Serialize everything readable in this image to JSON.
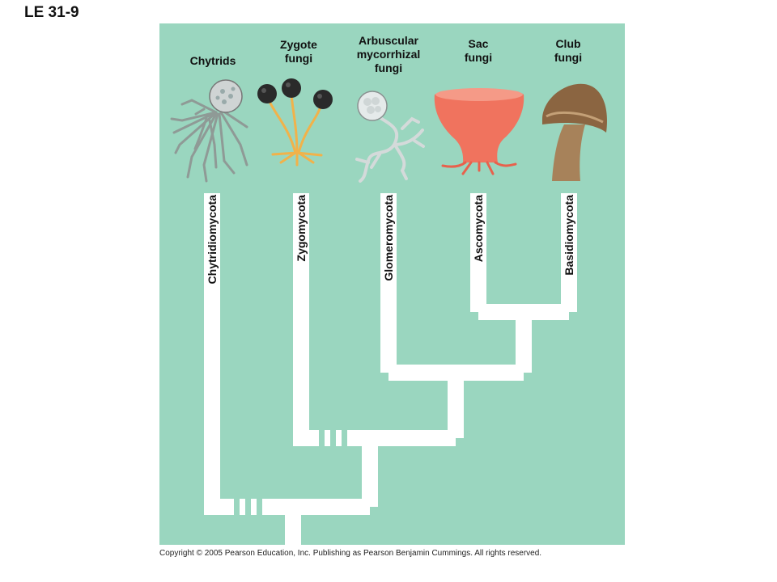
{
  "figure_label": "LE 31-9",
  "copyright": "Copyright © 2005 Pearson Education, Inc. Publishing as Pearson Benjamin Cummings. All rights reserved.",
  "colors": {
    "background": "#9ad6bf",
    "branch": "#ffffff",
    "chytrid": "#8f9a96",
    "zygote_sporangium": "#2a2a2a",
    "zygote_stalk": "#f1b24a",
    "glomero": "#e9eeee",
    "sac": "#f0735e",
    "club": "#a7825a"
  },
  "taxa": [
    {
      "common_name": "Chytrids",
      "phylum": "Chytridiomycota",
      "icon": "chytrid-icon"
    },
    {
      "common_name": "Zygote\nfungi",
      "phylum": "Zygomycota",
      "icon": "zygote-fungus-icon"
    },
    {
      "common_name": "Arbuscular\nmycorrhizal\nfungi",
      "phylum": "Glomeromycota",
      "icon": "arbuscular-fungus-icon"
    },
    {
      "common_name": "Sac\nfungi",
      "phylum": "Ascomycota",
      "icon": "sac-fungus-icon"
    },
    {
      "common_name": "Club\nfungi",
      "phylum": "Basidiomycota",
      "icon": "club-fungus-icon"
    }
  ]
}
